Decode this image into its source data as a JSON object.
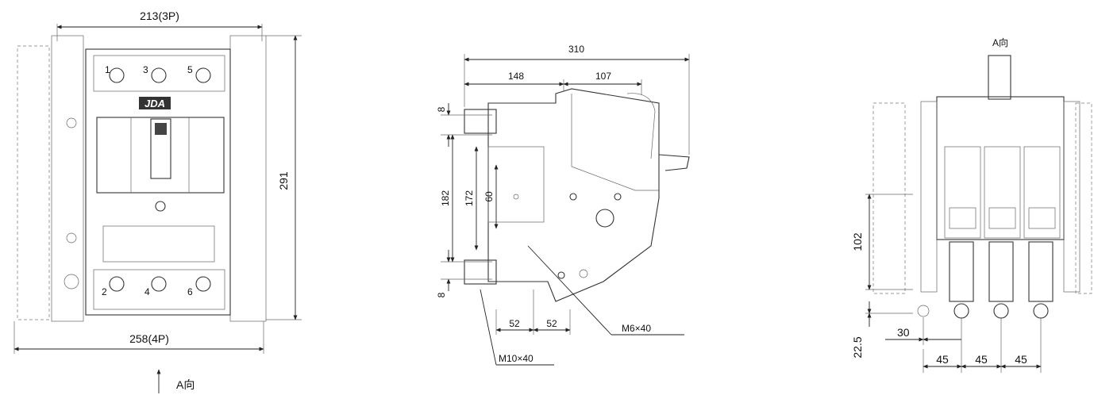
{
  "front_view": {
    "dim_width_3p": "213(3P)",
    "dim_width_4p": "258(4P)",
    "dim_height": "291",
    "logo_text": "JDA",
    "terminal_numbers_top": [
      "1",
      "3",
      "5"
    ],
    "terminal_numbers_bottom": [
      "2",
      "4",
      "6"
    ],
    "view_arrow_label": "A向"
  },
  "side_view": {
    "dim_total": "310",
    "dim_left": "148",
    "dim_right": "107",
    "dim_top_gap": "8",
    "dim_bottom_gap": "8",
    "dim_182": "182",
    "dim_172": "172",
    "dim_60": "60",
    "dim_52_left": "52",
    "dim_52_right": "52",
    "callout_m6": "M6×40",
    "callout_m10": "M10×40"
  },
  "rear_view": {
    "view_label": "A向",
    "dim_102": "102",
    "dim_22_5": "22.5",
    "dim_30": "30",
    "dim_45": [
      "45",
      "45",
      "45"
    ]
  }
}
